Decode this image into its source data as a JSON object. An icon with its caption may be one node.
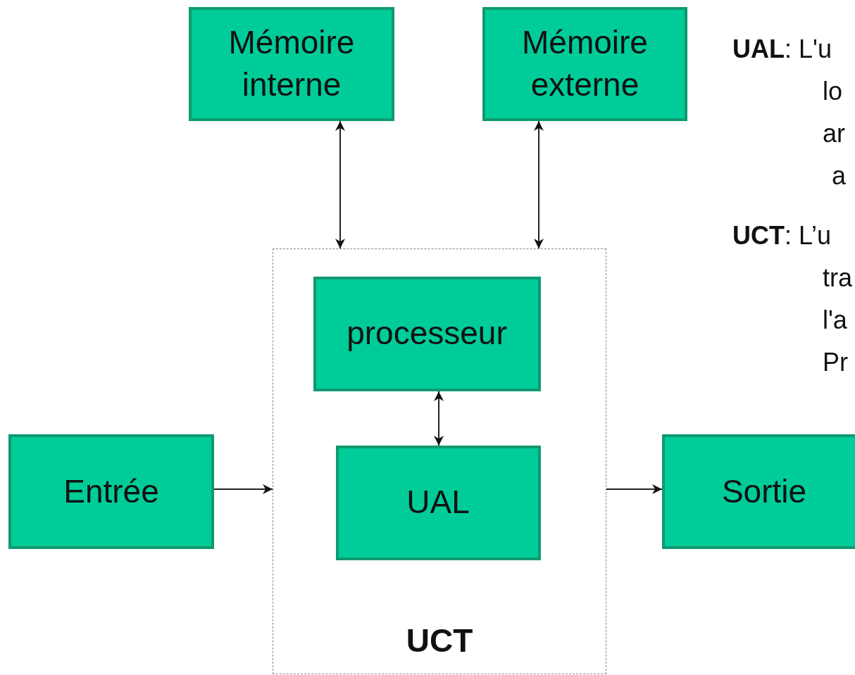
{
  "diagram": {
    "nodes": [
      {
        "text": [
          "Mémoire interne"
        ]
      },
      {
        "text": [
          "Mémoire externe"
        ]
      },
      {
        "text": [
          "UCT"
        ]
      },
      {
        "text": [
          "processeur"
        ],
        "in": 2
      },
      {
        "text": [
          "UAL"
        ],
        "in": 2
      },
      {
        "text": [
          "Entrée"
        ]
      },
      {
        "text": [
          "Sortie"
        ]
      }
    ],
    "edges": [
      {
        "from": 0,
        "to": 2,
        "arrow": "both"
      },
      {
        "from": 1,
        "to": 2,
        "arrow": "both"
      },
      {
        "from": 3,
        "to": 4,
        "arrow": "both"
      },
      {
        "from": 5,
        "to": 2,
        "arrow": "to"
      },
      {
        "from": 2,
        "to": 6,
        "arrow": "to"
      }
    ],
    "labels": [
      "**UAL**: L'u",
      "lo",
      "ar",
      "a",
      "**UCT**: L’u",
      "tra",
      "l'a",
      "Pr"
    ]
  }
}
